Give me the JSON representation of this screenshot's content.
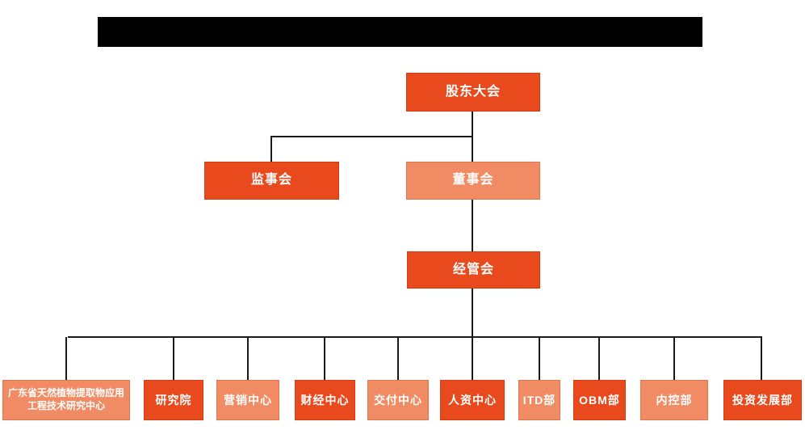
{
  "colors": {
    "primary": "#E8491D",
    "secondary": "#F08B63",
    "line": "#1A1A1A",
    "redaction": "#000000"
  },
  "org_chart": {
    "root": {
      "label": "股东大会"
    },
    "supervisory": {
      "label": "监事会"
    },
    "board": {
      "label": "董事会"
    },
    "management": {
      "label": "经管会"
    },
    "departments": [
      {
        "label": "广东省天然植物提取物应用工程技术研究中心"
      },
      {
        "label": "研究院"
      },
      {
        "label": "营销中心"
      },
      {
        "label": "财经中心"
      },
      {
        "label": "交付中心"
      },
      {
        "label": "人资中心"
      },
      {
        "label": "ITD部"
      },
      {
        "label": "OBM部"
      },
      {
        "label": "内控部"
      },
      {
        "label": "投资发展部"
      }
    ]
  }
}
